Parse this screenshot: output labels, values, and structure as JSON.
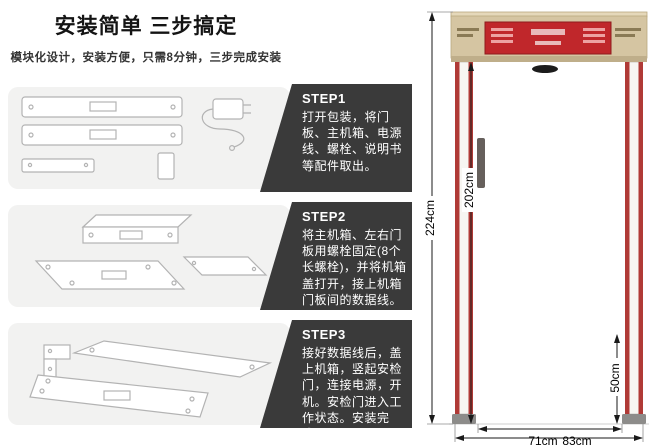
{
  "left": {
    "title": "安装简单 三步搞定",
    "subtitle": "模块化设计，安装方便，只需8分钟，三步完成安装",
    "steps": [
      {
        "label": "STEP1",
        "text": "打开包装，将门板、主机箱、电源线、螺栓、说明书等配件取出。"
      },
      {
        "label": "STEP2",
        "text": "将主机箱、左右门板用螺栓固定(8个长螺栓)，并将机箱盖打开，接上机箱门板间的数据线。"
      },
      {
        "label": "STEP3",
        "text": "接好数据线后，盖上机箱，竖起安检门，连接电源，开机。安检门进入工作状态。安装完成。"
      }
    ]
  },
  "diagram": {
    "dims": {
      "total_height": "224cm",
      "inner_height": "202cm",
      "lower_zone": "50cm",
      "inner_width": "71cm",
      "outer_width": "83cm"
    },
    "colors": {
      "accent_red": "#c0272b",
      "header_beige": "#d5c5a2",
      "step_box_dark": "#3a3a3a",
      "post_stripe_red": "#b03a36"
    }
  }
}
